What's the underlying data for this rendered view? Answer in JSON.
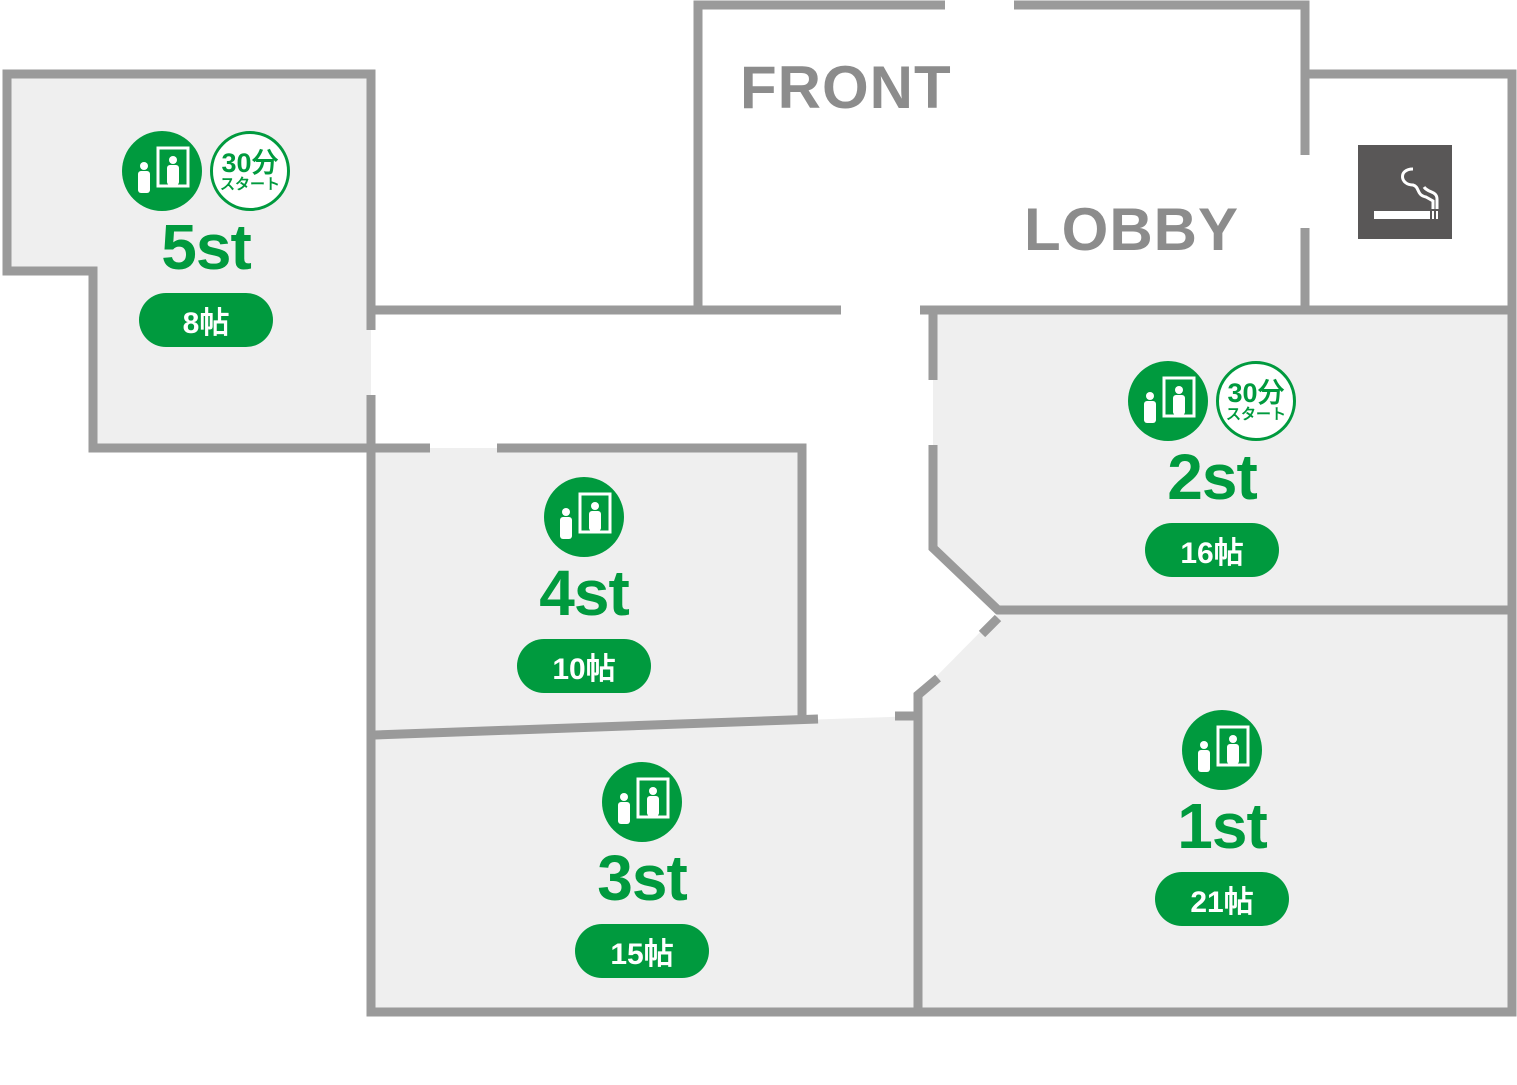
{
  "labels": {
    "front": "FRONT",
    "lobby": "LOBBY"
  },
  "badge": {
    "time": "30分",
    "text": "スタート"
  },
  "rooms": [
    {
      "name": "5st",
      "size": "8帖",
      "start30": true
    },
    {
      "name": "4st",
      "size": "10帖",
      "start30": false
    },
    {
      "name": "3st",
      "size": "15帖",
      "start30": false
    },
    {
      "name": "2st",
      "size": "16帖",
      "start30": true
    },
    {
      "name": "1st",
      "size": "21帖",
      "start30": false
    }
  ],
  "icons": {
    "room": "person-mirror-icon",
    "smoking": "smoking-area-icon"
  },
  "colors": {
    "accent": "#009a3e",
    "wall": "#9a9a9a",
    "room_fill": "#efefef",
    "smoking_bg": "#595757"
  }
}
